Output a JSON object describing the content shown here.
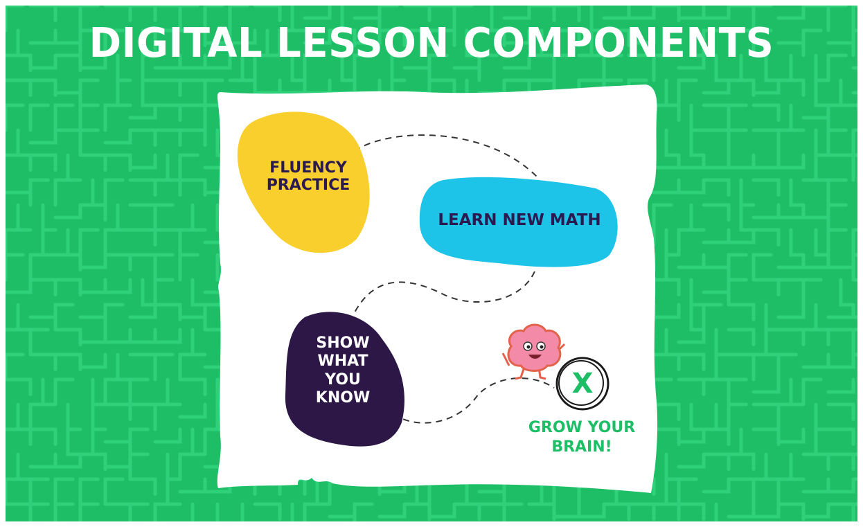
{
  "title": "DIGITAL LESSON COMPONENTS",
  "colors": {
    "background_green": "#1ebe66",
    "maze_line": "#2fd07a",
    "paper": "#ffffff",
    "fluency_blob": "#f9cf2e",
    "learn_blob": "#1ec3e8",
    "show_blob": "#2d1746",
    "dark_text": "#2a1a4f",
    "brain_pink": "#f28aa8"
  },
  "steps": {
    "fluency": {
      "label": "FLUENCY\nPRACTICE"
    },
    "learn": {
      "label": "LEARN NEW MATH"
    },
    "show": {
      "label": "SHOW\nWHAT\nYOU\nKNOW"
    },
    "goal": {
      "label": "GROW YOUR\nBRAIN!",
      "marker": "X",
      "icon": "brain-mascot-icon"
    }
  }
}
